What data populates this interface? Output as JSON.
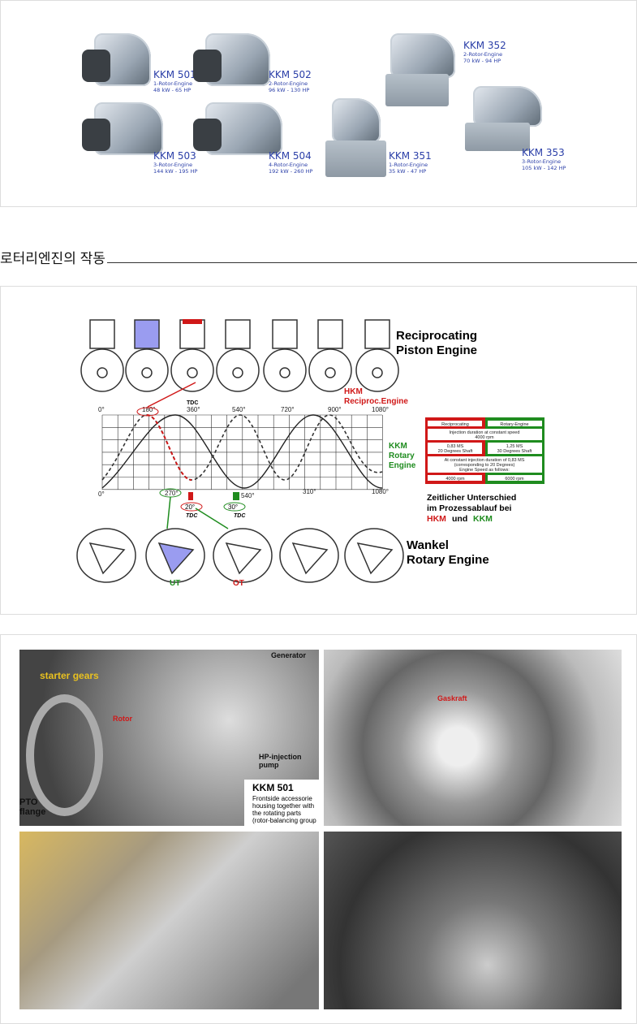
{
  "models": [
    {
      "name": "KKM 501",
      "type": "1-Rotor-Engine",
      "power": "48 kW - 65 HP"
    },
    {
      "name": "KKM 502",
      "type": "2-Rotor-Engine",
      "power": "96 kW - 130 HP"
    },
    {
      "name": "KKM 503",
      "type": "3-Rotor-Engine",
      "power": "144 kW - 195 HP"
    },
    {
      "name": "KKM 504",
      "type": "4-Rotor-Engine",
      "power": "192 kW - 260 HP"
    },
    {
      "name": "KKM 352",
      "type": "2-Rotor-Engine",
      "power": "70 kW - 94 HP"
    },
    {
      "name": "KKM 351",
      "type": "1-Rotor-Engine",
      "power": "35 kW - 47 HP"
    },
    {
      "name": "KKM 353",
      "type": "3-Rotor-Engine",
      "power": "105 kW - 142 HP"
    }
  ],
  "heading": "로터리엔진의 작동",
  "diagram": {
    "recip_title1": "Reciprocating",
    "recip_title2": "Piston Engine",
    "wankel_title1": "Wankel",
    "wankel_title2": "Rotary Engine",
    "hkm1": "HKM",
    "hkm2": "Reciproc.Engine",
    "kkm1": "KKM",
    "kkm2": "Rotary",
    "kkm3": "Engine",
    "top_ticks": [
      "0°",
      "180°",
      "360°",
      "540°",
      "720°",
      "900°",
      "1080°"
    ],
    "bottom_ticks": [
      "0°",
      "270°",
      "540°",
      "310°",
      "1080°"
    ],
    "tdc": "TDC",
    "deg20": "20°",
    "deg30": "30°",
    "ut": "UT",
    "ot": "OT",
    "table": {
      "h1": "Reciprocating",
      "h2": "Rotary-Engine",
      "r1a": "Injection duration at constant speed",
      "r1b": "4000 rpm",
      "c1a": "0,83 MS",
      "c1b": "20 Degrees Shaft",
      "c2a": "1,25 MS",
      "c2b": "30 Degrees Shaft",
      "r3a": "At constant injection duration of 0,83 MS",
      "r3b": "(corresponding to 20 Degrees)",
      "r3c": "Engine Speed as follows:",
      "f1": "4000 rpm",
      "f2": "6000 rpm"
    },
    "caption1": "Zeitlicher Unterschied",
    "caption2": "im Prozessablauf bei",
    "cap_hkm": "HKM",
    "cap_und": "und",
    "cap_kkm": "KKM"
  },
  "photos": {
    "p1": {
      "starter": "starter gears",
      "generator": "Generator",
      "rotor": "Rotor",
      "hp": "HP-injection",
      "hp2": "pump",
      "pto": "PTO",
      "pto2": "flange",
      "title": "KKM 501",
      "d1": "Frontside accessorie",
      "d2": "housing together with",
      "d3": "the rotating parts",
      "d4": "(rotor-balancing group"
    },
    "p2": {
      "gas": "Gaskraft"
    }
  },
  "colors": {
    "red": "#d01818",
    "green": "#1f8c1f",
    "label": "#2b3fa8"
  }
}
